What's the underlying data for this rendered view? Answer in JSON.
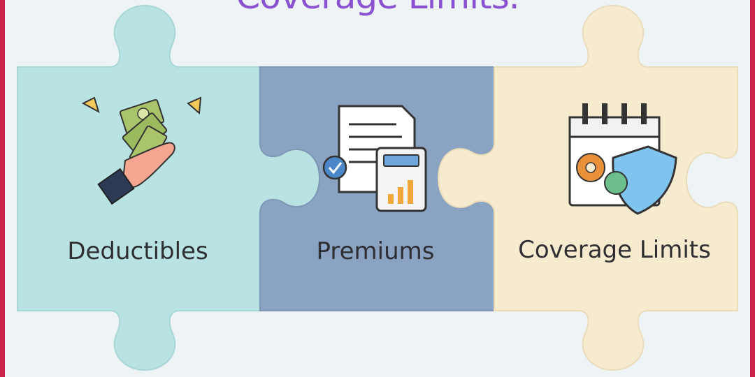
{
  "title": "Coverage Limits.",
  "pieces": [
    {
      "label": "Deductibles",
      "icon": "hand-holding-money-icon",
      "color": "#b9e3e2"
    },
    {
      "label": "Premiums",
      "icon": "document-calculator-icon",
      "color": "#8aa3c2"
    },
    {
      "label": "Coverage Limits",
      "icon": "calendar-shield-icon",
      "color": "#f7ebcf"
    }
  ],
  "colors": {
    "border": "#c8234a",
    "title": "#8a52d0",
    "background": "#eef4f5"
  }
}
